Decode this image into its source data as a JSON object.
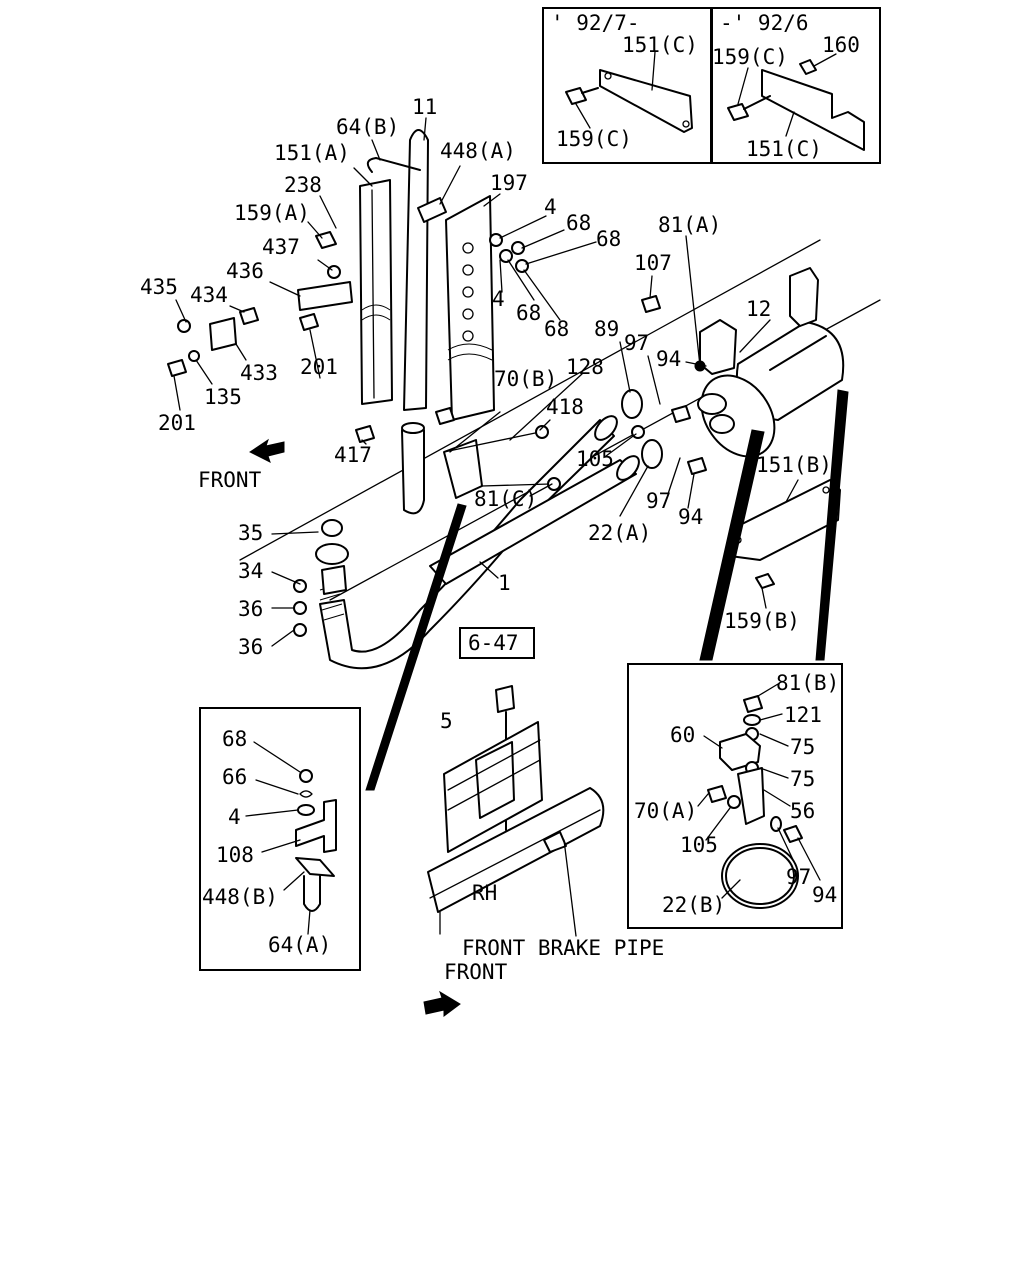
{
  "insets": {
    "top_left_date": "' 92/7-",
    "top_right_date": "-' 92/6",
    "reference": "6-47"
  },
  "annotations": {
    "front_1": "FRONT",
    "front_2": "FRONT",
    "front_brake_pipe": "FRONT BRAKE PIPE",
    "rh": "RH"
  },
  "callouts": [
    "151(C)",
    "159(C)",
    "159(C)",
    "160",
    "151(C)",
    "11",
    "64(B)",
    "448(A)",
    "151(A)",
    "197",
    "238",
    "159(A)",
    "4",
    "68",
    "68",
    "81(A)",
    "437",
    "436",
    "435",
    "434",
    "4",
    "68",
    "68",
    "107",
    "12",
    "433",
    "201",
    "135",
    "201",
    "89",
    "97",
    "94",
    "70(B)",
    "128",
    "418",
    "417",
    "105",
    "151(B)",
    "81(C)",
    "97",
    "94",
    "22(A)",
    "35",
    "34",
    "36",
    "36",
    "1",
    "159(B)",
    "6-47",
    "5",
    "81(B)",
    "121",
    "60",
    "75",
    "75",
    "68",
    "66",
    "4",
    "108",
    "448(B)",
    "64(A)",
    "70(A)",
    "56",
    "105",
    "97",
    "94",
    "22(B)"
  ],
  "colors": {
    "ink": "#000000",
    "paper": "#ffffff"
  }
}
